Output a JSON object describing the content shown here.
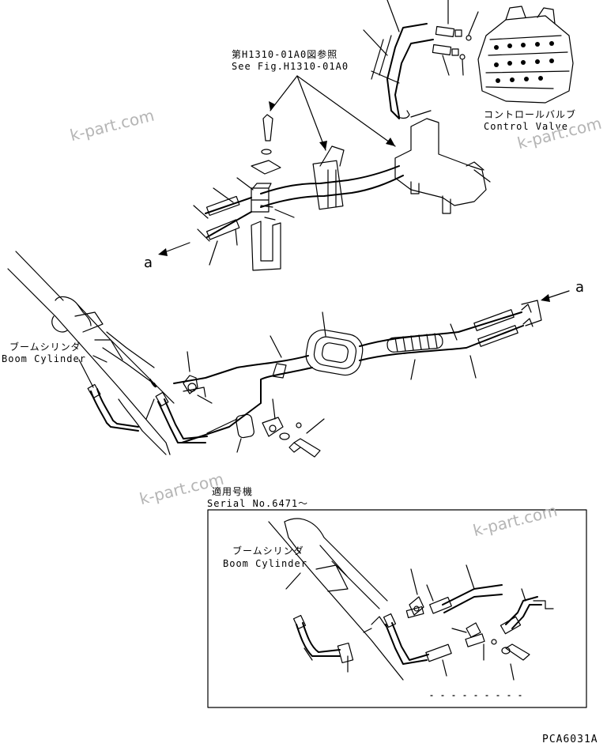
{
  "labels": {
    "see_fig_jp": "第H1310-01A0図参照",
    "see_fig_en": "See Fig.H1310-01A0",
    "control_valve_jp": "コントロールバルブ",
    "control_valve_en": "Control Valve",
    "boom_cylinder_jp": "ブームシリンダ",
    "boom_cylinder_en": "Boom Cylinder",
    "serial_jp": "適用号機",
    "serial_en": "Serial No.6471～",
    "inset_boom_cylinder_jp": "ブームシリンダ",
    "inset_boom_cylinder_en": "Boom Cylinder",
    "ref_a_left": "a",
    "ref_a_right": "a",
    "drawing_code": "PCA6031A"
  },
  "watermarks": [
    "k-part.com",
    "k-part.com",
    "k-part.com",
    "k-part.com"
  ]
}
